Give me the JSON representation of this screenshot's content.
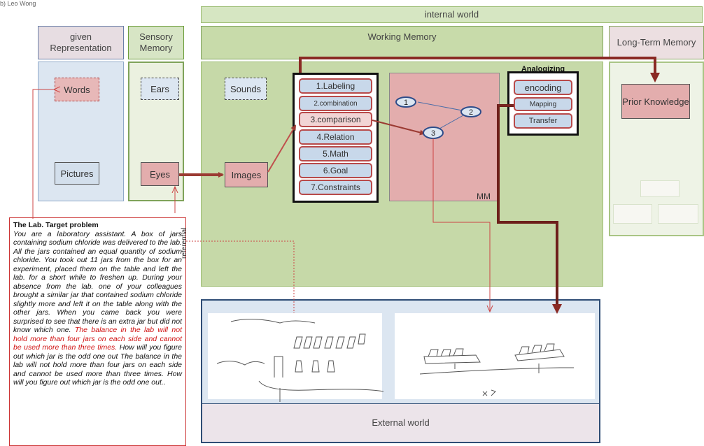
{
  "top_left_text": "b) Leo Wong",
  "internal_world": {
    "label": "internal world"
  },
  "columns": {
    "given": {
      "label": "given Representation",
      "words": "Words",
      "pictures": "Pictures"
    },
    "sensory": {
      "label": "Sensory Memory",
      "ears": "Ears",
      "eyes": "Eyes"
    },
    "working": {
      "label": "Working Memory",
      "sounds": "Sounds",
      "images": "Images"
    },
    "ltm": {
      "label": "Long-Term Memory",
      "prior": "Prior Knowledge"
    }
  },
  "steps": [
    "1.Labeling",
    "2.combination",
    "3.comparison",
    "4.Relation",
    "5.Math",
    "6.Goal",
    "7.Constraints"
  ],
  "mm": {
    "label": "MM",
    "nodes": [
      "1",
      "2",
      "3"
    ]
  },
  "analogizing": {
    "title": "Analogizing",
    "items": [
      "encoding",
      "Mapping",
      "Transfer"
    ]
  },
  "referential": "referential",
  "external_world": "External world",
  "problem": {
    "title": "The Lab. Target problem",
    "p1": "You are a laboratory assistant. A box of jars containing sodium chloride was delivered to the lab. All the jars contained an equal quantity of sodium chloride. You took out 11 jars from the box for an experiment, placed them on the table and left the lab. for a short while to freshen up. During your absence from the lab. one of your colleagues brought a similar jar that contained sodium chloride slightly more and left it on the table along with the other jars. When you came back you were surprised to see that there is an extra jar but did not know which one.",
    "red": "The balance in the lab will not hold more than four jars on each side and cannot be used more than three times.",
    "p2": "How will you figure out which jar is the odd one out  The balance in the lab will not hold more than four jars on each side and cannot be used more than three times.  How will you figure out which jar is the odd one out.."
  },
  "colors": {
    "green_panel": "#c6d9a8",
    "green_border": "#8db05b",
    "pink_box": "#e3adad",
    "blue_panel": "#dce6f1",
    "arrow": "#9b3a32"
  }
}
